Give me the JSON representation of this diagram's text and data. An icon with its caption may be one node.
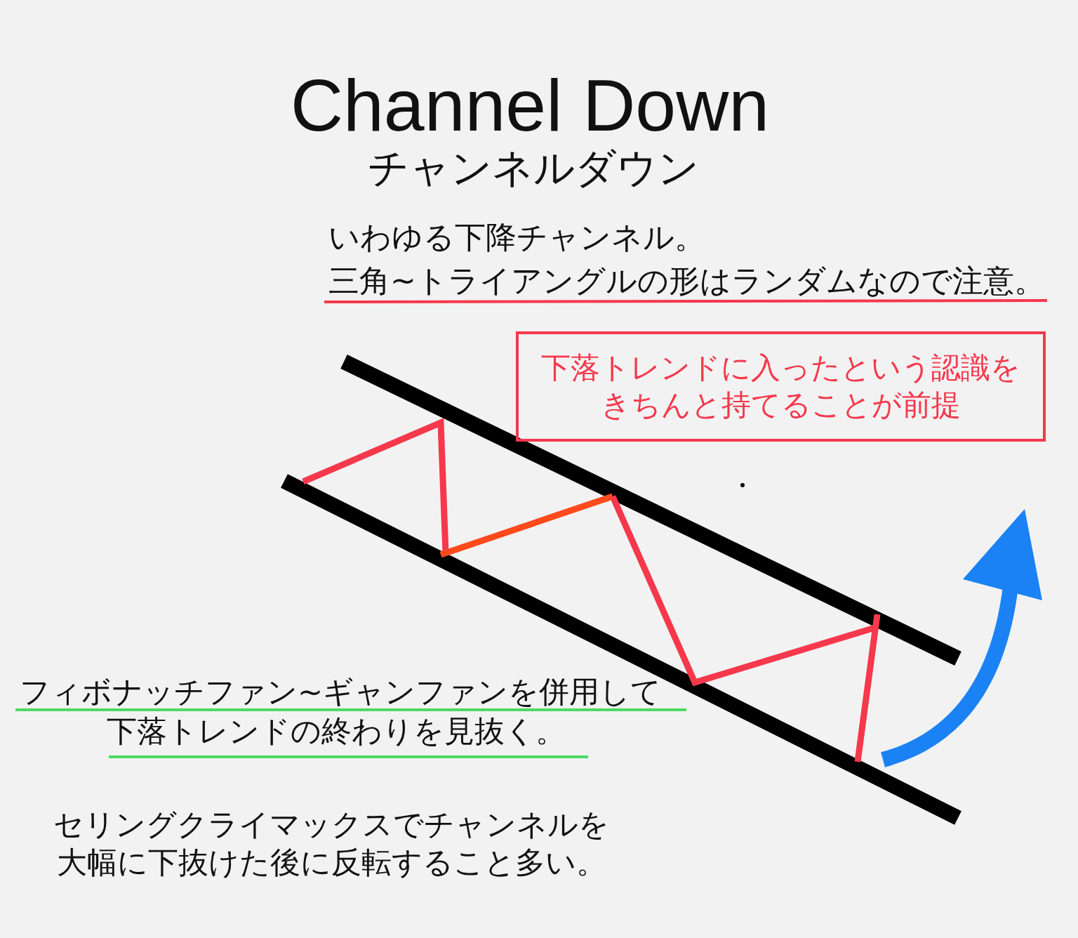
{
  "diagram": {
    "title": "Channel Down",
    "nodes": [
      {
        "text": [
          "下落トレンドに入ったという認識をきちんと持てることが前提"
        ]
      }
    ],
    "labels": [
      "チャンネルダウン",
      "いわゆる下降チャンネル。",
      "三角~トライアングルの形はランダムなので注意。",
      "フィボナッチファン~ギャンファンを併用して",
      "下落トレンドの終わりを見抜く。",
      "セリングクライマックスでチャンネルを大幅に下抜けた後に反転すること多い。"
    ]
  }
}
